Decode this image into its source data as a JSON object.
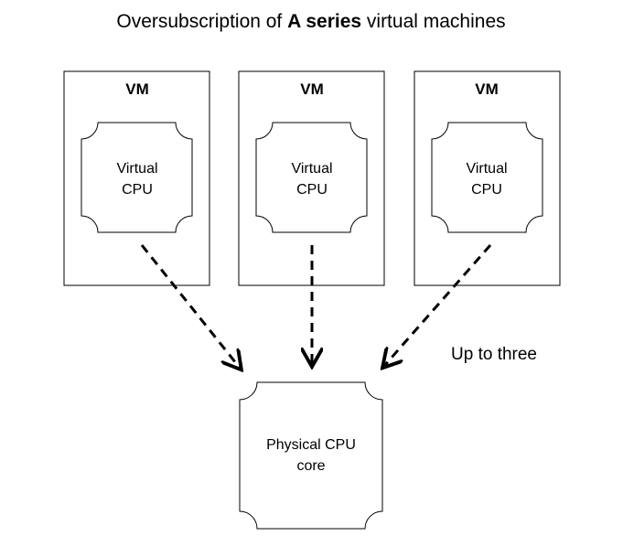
{
  "title": {
    "prefix": "Oversubscription of ",
    "bold": "A series",
    "suffix": " virtual machines"
  },
  "vms": [
    {
      "label": "VM",
      "cpu_line1": "Virtual",
      "cpu_line2": "CPU"
    },
    {
      "label": "VM",
      "cpu_line1": "Virtual",
      "cpu_line2": "CPU"
    },
    {
      "label": "VM",
      "cpu_line1": "Virtual",
      "cpu_line2": "CPU"
    }
  ],
  "physical": {
    "line1": "Physical CPU",
    "line2": "core"
  },
  "note": "Up to three"
}
